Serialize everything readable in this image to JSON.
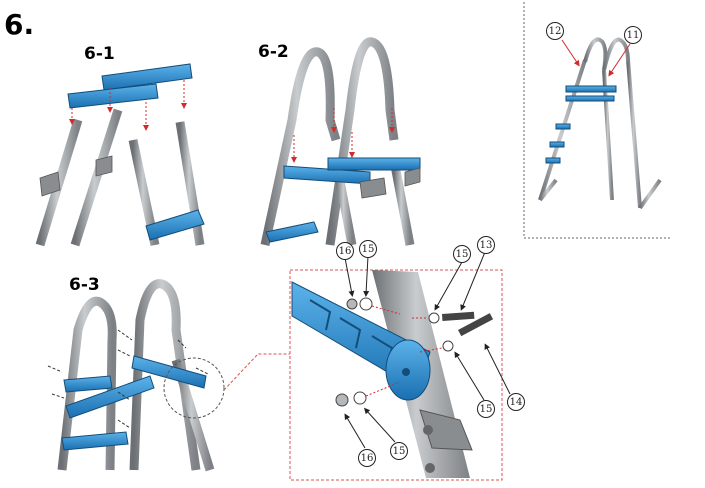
{
  "main_title": "6.",
  "steps": [
    {
      "label": "6-1"
    },
    {
      "label": "6-2"
    },
    {
      "label": "6-3"
    }
  ],
  "overview_callouts": [
    "12",
    "11"
  ],
  "detail_callouts": [
    "16",
    "15",
    "15",
    "13",
    "14",
    "15",
    "16",
    "15"
  ],
  "colors": {
    "rail": "#9a9ea2",
    "rail_dark": "#6c7074",
    "step_blue": "#2a8fd6",
    "step_blue_dark": "#1a5f96",
    "arrow_red": "#d42a2a",
    "detail_border": "#d9534f"
  }
}
